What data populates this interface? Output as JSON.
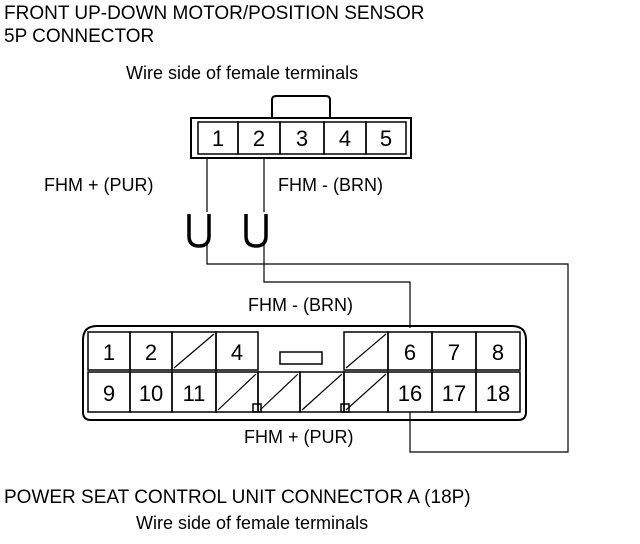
{
  "header": {
    "title_line1": "FRONT UP-DOWN MOTOR/POSITION SENSOR",
    "title_line2": "5P CONNECTOR",
    "subtitle": "Wire side of female terminals"
  },
  "connector_5p": {
    "pins": [
      "1",
      "2",
      "3",
      "4",
      "5"
    ]
  },
  "wires": {
    "fhm_plus_top": "FHM + (PUR)",
    "fhm_minus_top": "FHM - (BRN)",
    "fhm_minus_lower": "FHM - (BRN)",
    "fhm_plus_bottom": "FHM + (PUR)"
  },
  "connector_18p": {
    "top_row": [
      "1",
      "2",
      "",
      "4",
      "",
      "6",
      "7",
      "8"
    ],
    "bottom_row": [
      "9",
      "10",
      "11",
      "",
      "",
      "",
      "",
      "16",
      "17",
      "18"
    ]
  },
  "footer": {
    "title": "POWER SEAT CONTROL UNIT CONNECTOR A (18P)",
    "subtitle": "Wire side of female terminals"
  },
  "colors": {
    "line": "#000000",
    "background": "#ffffff"
  }
}
